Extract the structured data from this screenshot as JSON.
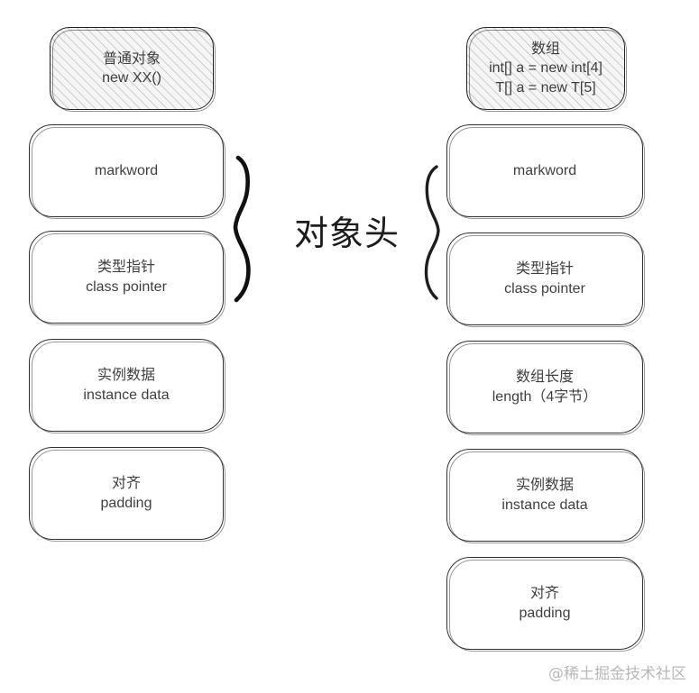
{
  "diagram": {
    "title_label": "对象头",
    "watermark": "@稀土掘金技术社区",
    "columns": [
      {
        "id": "plain-object",
        "header": {
          "lines": [
            "普通对象",
            "new XX()"
          ]
        },
        "blocks": [
          {
            "id": "markword",
            "lines": [
              "markword"
            ]
          },
          {
            "id": "class-pointer",
            "lines": [
              "类型指针",
              "class pointer"
            ]
          },
          {
            "id": "instance-data",
            "lines": [
              "实例数据",
              "instance data"
            ]
          },
          {
            "id": "padding",
            "lines": [
              "对齐",
              "padding"
            ]
          }
        ]
      },
      {
        "id": "array-object",
        "header": {
          "lines": [
            "数组",
            "int[] a = new int[4]",
            "T[] a = new T[5]"
          ]
        },
        "blocks": [
          {
            "id": "markword",
            "lines": [
              "markword"
            ]
          },
          {
            "id": "class-pointer",
            "lines": [
              "类型指针",
              "class pointer"
            ]
          },
          {
            "id": "array-length",
            "lines": [
              "数组长度",
              "length（4字节）"
            ]
          },
          {
            "id": "instance-data",
            "lines": [
              "实例数据",
              "instance data"
            ]
          },
          {
            "id": "padding",
            "lines": [
              "对齐",
              "padding"
            ]
          }
        ]
      }
    ],
    "colors": {
      "stroke": "#2f2f2f",
      "header_fill": "#f5f5f5",
      "background": "#ffffff",
      "text": "#3f3f3f",
      "watermark": "#b8b8b8"
    }
  }
}
